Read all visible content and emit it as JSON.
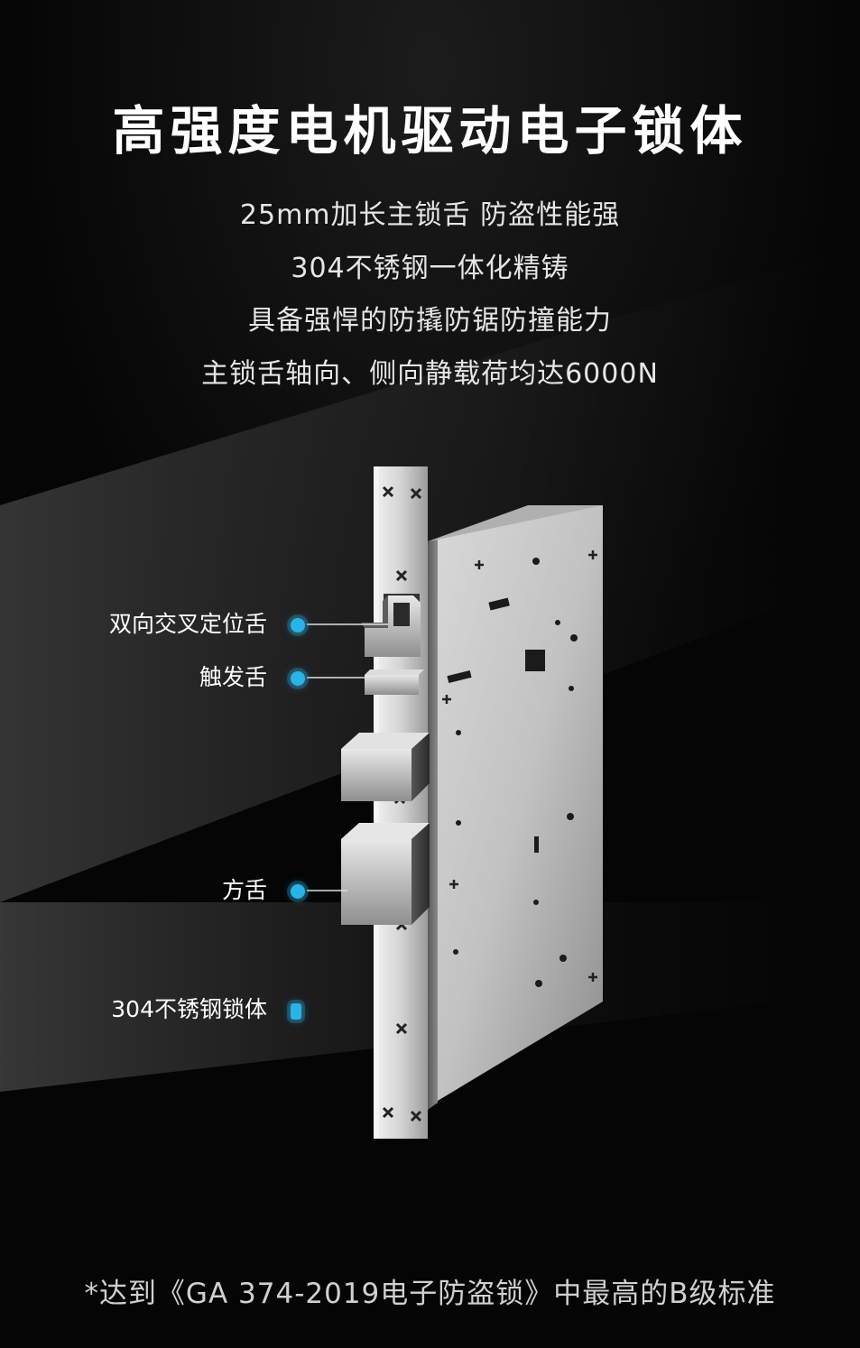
{
  "title": "高强度电机驱动电子锁体",
  "features": [
    "25mm加长主锁舌 防盗性能强",
    "304不锈钢一体化精铸",
    "具备强悍的防撬防锯防撞能力",
    "主锁舌轴向、侧向静载荷均达6000N"
  ],
  "callouts": [
    {
      "label": "双向交叉定位舌"
    },
    {
      "label": "触发舌"
    },
    {
      "label": "方舌"
    },
    {
      "label": "304不锈钢锁体"
    }
  ],
  "footnote": "*达到《GA 374-2019电子防盗锁》中最高的B级标准",
  "colors": {
    "background": "#050505",
    "accent_dot": "#2ab3e6",
    "steel": "#c8c8c8"
  }
}
